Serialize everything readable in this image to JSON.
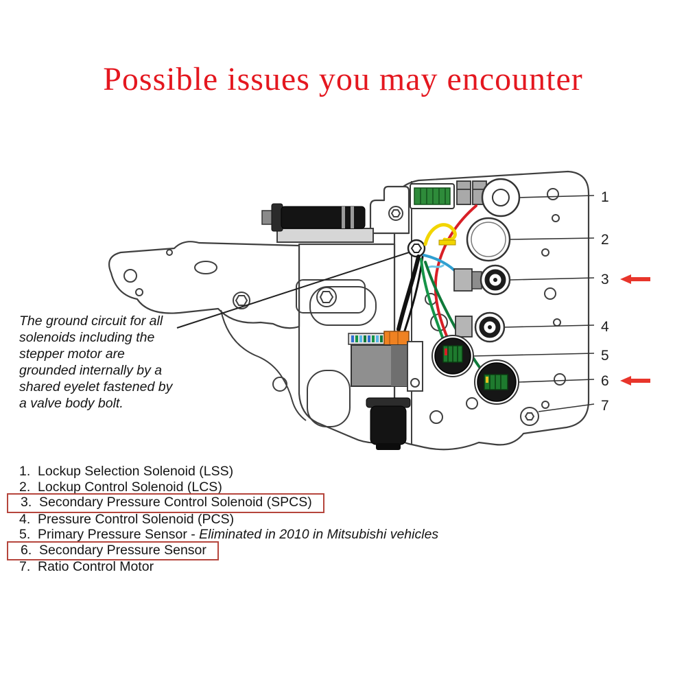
{
  "title": {
    "text": "Possible issues you may encounter",
    "color": "#e4171f"
  },
  "note": {
    "text": "The ground circuit for all solenoids including the stepper motor are grounded internally by a shared eyelet fastened by a valve body bolt."
  },
  "callouts": [
    "1",
    "2",
    "3",
    "4",
    "5",
    "6",
    "7"
  ],
  "arrows": [
    {
      "points_to_item": "3",
      "direction": "left"
    },
    {
      "points_to_item": "6",
      "direction": "left"
    }
  ],
  "legend": {
    "items": [
      {
        "number": "1.",
        "text": "Lockup Selection Solenoid (LSS)",
        "boxed": false
      },
      {
        "number": "2.",
        "text": "Lockup Control Solenoid (LCS)",
        "boxed": false
      },
      {
        "number": "3.",
        "text": "Secondary Pressure Control Solenoid (SPCS)",
        "boxed": true
      },
      {
        "number": "4.",
        "text": "Pressure Control Solenoid (PCS)",
        "boxed": false
      },
      {
        "number": "5.",
        "text": "Primary Pressure Sensor - ",
        "italic_text": "Eliminated in 2010 in Mitsubishi vehicles",
        "boxed": false
      },
      {
        "number": "6.",
        "text": "Secondary Pressure Sensor",
        "boxed": true
      },
      {
        "number": "7.",
        "text": "Ratio Control Motor",
        "boxed": false
      }
    ]
  },
  "colors": {
    "title_red": "#e4171f",
    "arrow_red": "#e8352b",
    "highlight_box_red": "#b5453c",
    "wire_yellow": "#f2d500",
    "wire_red": "#d81f26",
    "wire_blue": "#2f9fd0",
    "wire_green": "#159447",
    "connector_green": "#1e7a2e",
    "connector_orange": "#ef8222",
    "line_gray": "#3f3f3f"
  }
}
